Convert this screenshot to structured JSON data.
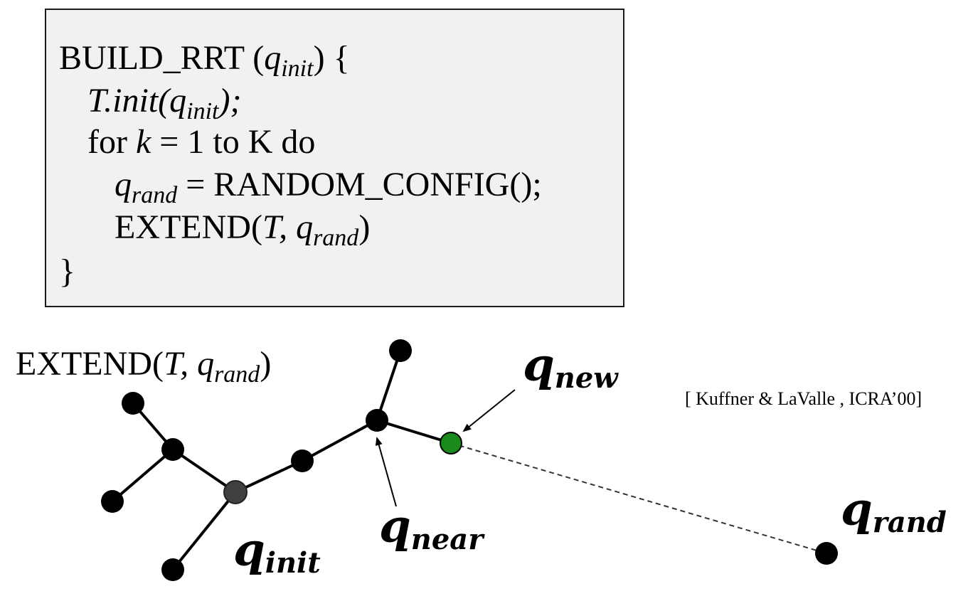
{
  "code": {
    "line1": {
      "name": "BUILD_RRT (",
      "arg": "q",
      "arg_sub": "init",
      "close": ")  {"
    },
    "line2": {
      "text": "T.init(q",
      "sub": "init",
      "close": ");"
    },
    "line3": {
      "pre": "for ",
      "var": "k",
      "post": " =  1 to K do"
    },
    "line4": {
      "var": "q",
      "sub": "rand",
      "post": " = RANDOM_CONFIG();"
    },
    "line5": {
      "pre": "EXTEND(",
      "t": "T,",
      "q": " q",
      "sub": "rand",
      "close": ")"
    },
    "line6": {
      "text": "}"
    }
  },
  "extend_label": {
    "pre": "EXTEND(",
    "t": "T,",
    "q": " q",
    "sub": "rand",
    "close": ")"
  },
  "citation": "[ Kuffner & LaValle , ICRA’00]",
  "labels": {
    "q_new": {
      "base": "q",
      "sub": "new"
    },
    "q_near": {
      "base": "q",
      "sub": "near"
    },
    "q_init": {
      "base": "q",
      "sub": "init"
    },
    "q_rand": {
      "base": "q",
      "sub": "rand"
    }
  },
  "colors": {
    "node": "#000000",
    "init_node": "#404040",
    "new_node": "#1a8a1a",
    "box_fill": "#f1f1f1",
    "edge": "#000000"
  }
}
